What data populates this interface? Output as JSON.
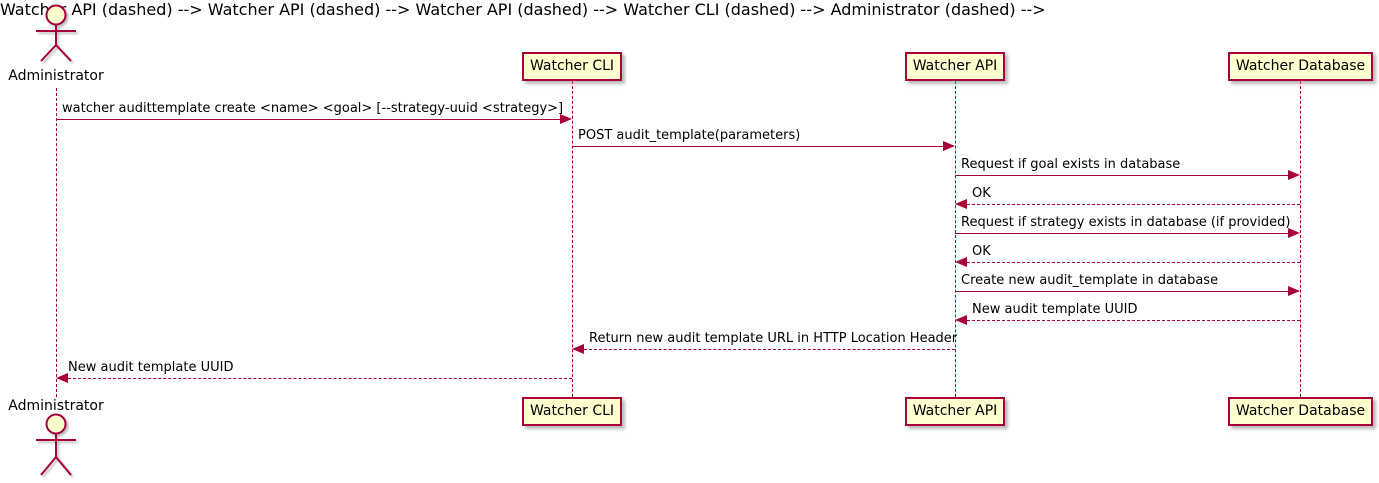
{
  "diagram": {
    "kind": "uml-sequence-diagram",
    "actor": {
      "label": "Administrator"
    },
    "participants": [
      {
        "label": "Watcher CLI"
      },
      {
        "label": "Watcher API"
      },
      {
        "label": "Watcher Database"
      }
    ],
    "messages": [
      {
        "from": "Administrator",
        "to": "Watcher CLI",
        "style": "solid",
        "text": "watcher audittemplate create <name> <goal> [--strategy-uuid <strategy>]"
      },
      {
        "from": "Watcher CLI",
        "to": "Watcher API",
        "style": "solid",
        "text": "POST audit_template(parameters)"
      },
      {
        "from": "Watcher API",
        "to": "Watcher Database",
        "style": "solid",
        "text": "Request if goal exists in database"
      },
      {
        "from": "Watcher Database",
        "to": "Watcher API",
        "style": "dashed",
        "text": "OK"
      },
      {
        "from": "Watcher API",
        "to": "Watcher Database",
        "style": "solid",
        "text": "Request if strategy exists in database (if provided)"
      },
      {
        "from": "Watcher Database",
        "to": "Watcher API",
        "style": "dashed",
        "text": "OK"
      },
      {
        "from": "Watcher API",
        "to": "Watcher Database",
        "style": "solid",
        "text": "Create new audit_template in database"
      },
      {
        "from": "Watcher Database",
        "to": "Watcher API",
        "style": "dashed",
        "text": "New audit template UUID"
      },
      {
        "from": "Watcher API",
        "to": "Watcher CLI",
        "style": "dashed",
        "text": "Return new audit template URL in HTTP Location Header"
      },
      {
        "from": "Watcher CLI",
        "to": "Administrator",
        "style": "dashed",
        "text": "New audit template UUID"
      }
    ],
    "colors": {
      "line": "#A80036",
      "participant_fill": "#FEFECE",
      "text": "#000000",
      "background": "#FFFFFF"
    }
  }
}
